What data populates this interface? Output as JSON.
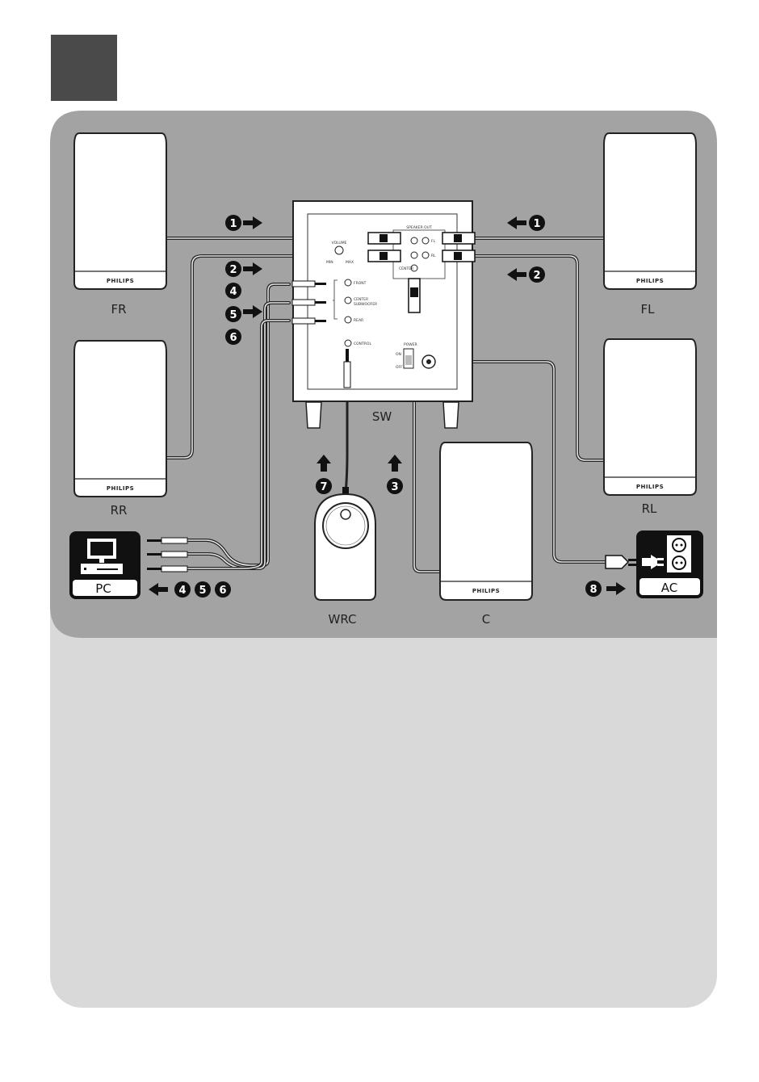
{
  "brand": "PHILIPS",
  "labels": {
    "fr": "FR",
    "fl": "FL",
    "rr": "RR",
    "rl": "RL",
    "sw": "SW",
    "c": "C",
    "wrc": "WRC",
    "pc": "PC",
    "ac": "AC"
  },
  "panel": {
    "speaker_out": "SPEAKER OUT",
    "volume": "VOLUME",
    "min": "MIN",
    "max": "MAX",
    "fl": "FL",
    "rl": "RL",
    "center": "CENTER",
    "front": "FRONT",
    "center_sub": "CENTER",
    "center_sub2": "SUBWOOFER",
    "rear": "REAR",
    "control": "CONTROL",
    "power": "POWER",
    "on": "ON",
    "off": "OFF"
  },
  "steps": {
    "s1": "1",
    "s2": "2",
    "s3": "3",
    "s4": "4",
    "s5": "5",
    "s6": "6",
    "s7": "7",
    "s8": "8"
  },
  "colors": {
    "header_square": "#4a4a4a",
    "diagram_bg": "#a3a3a3",
    "lower_bg": "#d9d9d9",
    "speaker_fill": "#ffffff",
    "dark": "#1a1a1a"
  }
}
